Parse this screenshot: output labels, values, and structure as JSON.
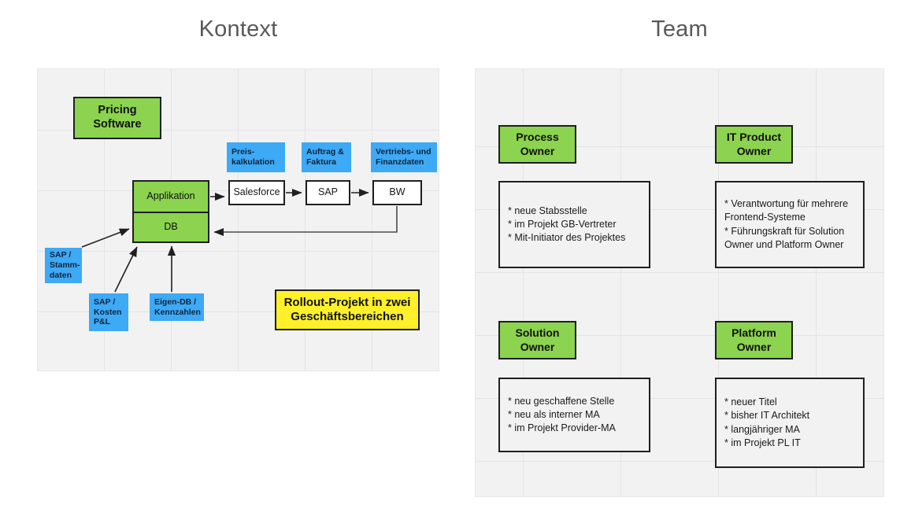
{
  "sections": {
    "kontext": {
      "title": "Kontext"
    },
    "team": {
      "title": "Team"
    }
  },
  "kontext": {
    "nodes": {
      "pricing_software": "Pricing\nSoftware",
      "applikation": "Applikation",
      "db": "DB",
      "salesforce": "Salesforce",
      "sap_system": "SAP",
      "bw": "BW",
      "rollout": "Rollout-Projekt in zwei\nGeschäftsbereichen"
    },
    "labels": {
      "preiskalkulation": "Preis-\nkalkulation",
      "auftrag_faktura": "Auftrag &\nFaktura",
      "vertriebs_finanzdaten": "Vertriebs- und\nFinanzdaten",
      "sap_stammdaten": "SAP /\nStamm-\ndaten",
      "sap_kosten_pl": "SAP /\nKosten\nP&L",
      "eigen_db_kennzahlen": "Eigen-DB /\nKennzahlen"
    },
    "colors": {
      "green": "#8CD34F",
      "blue": "#3EA9F5",
      "yellow": "#FFF02A",
      "white": "#FFFFFF",
      "stroke": "#1F1F1F",
      "canvas": "#F2F2F2"
    }
  },
  "team": {
    "roles": [
      {
        "name": "process-owner",
        "title": "Process\nOwner",
        "notes": "* neue Stabsstelle\n* im Projekt GB-Vertreter\n* Mit-Initiator des Projektes"
      },
      {
        "name": "it-product-owner",
        "title": "IT Product\nOwner",
        "notes": "* Verantwortung für mehrere\n   Frontend-Systeme\n* Führungskraft für Solution\n   Owner und Platform Owner"
      },
      {
        "name": "solution-owner",
        "title": "Solution\nOwner",
        "notes": "* neu geschaffene Stelle\n* neu als interner MA\n* im Projekt Provider-MA"
      },
      {
        "name": "platform-owner",
        "title": "Platform\nOwner",
        "notes": "* neuer Titel\n* bisher IT Architekt\n* langjähriger MA\n* im Projekt PL IT"
      }
    ]
  }
}
